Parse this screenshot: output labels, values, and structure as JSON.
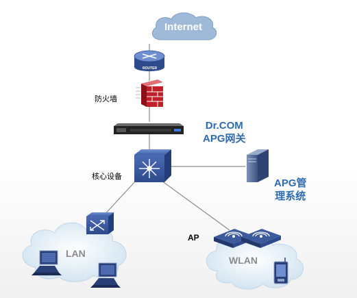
{
  "nodes": {
    "internet": "Internet",
    "router_tag": "ROUTER",
    "firewall": "防火墙",
    "gateway_line1": "Dr.COM",
    "gateway_line2": "APG网关",
    "core": "核心设备",
    "server_line1": "APG管",
    "server_line2": "理系统",
    "ap": "AP",
    "lan": "LAN",
    "wlan": "WLAN"
  },
  "colors": {
    "accent_text": "#2f6bb0",
    "device_blue": "#3c5a9c",
    "firewall_red": "#c0202a",
    "link_gray": "#8c8c8c",
    "cloud": "#d5e6f2"
  }
}
